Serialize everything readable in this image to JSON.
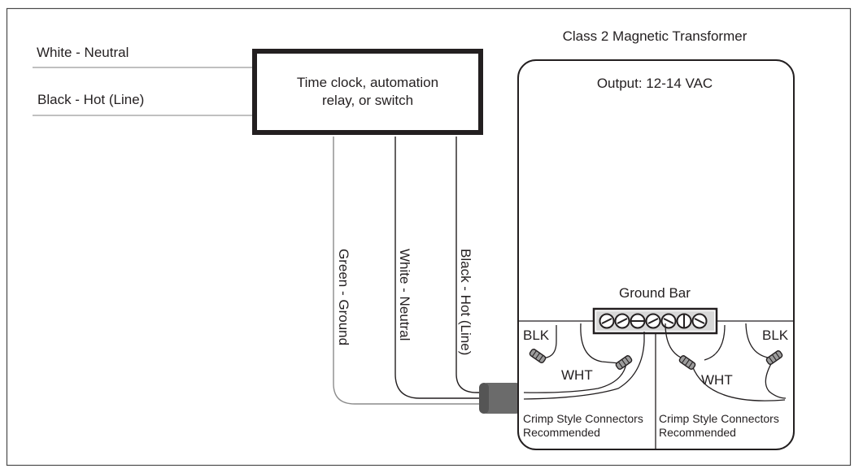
{
  "incoming_wires": {
    "white_neutral": "White - Neutral",
    "black_hot": "Black - Hot (Line)"
  },
  "switch_box": {
    "line1": "Time clock, automation",
    "line2": "relay, or switch"
  },
  "vertical_wires": {
    "green_ground": "Green - Ground",
    "white_neutral": "White - Neutral",
    "black_hot": "Black - Hot (Line)"
  },
  "transformer": {
    "title": "Class 2 Magnetic Transformer",
    "output": "Output: 12-14 VAC",
    "ground_bar": "Ground Bar",
    "left_bay": {
      "blk": "BLK",
      "wht": "WHT",
      "note1": "Crimp Style Connectors",
      "note2": "Recommended"
    },
    "right_bay": {
      "blk": "BLK",
      "wht": "WHT",
      "note1": "Crimp Style Connectors",
      "note2": "Recommended"
    }
  },
  "icons": {
    "screw": "screw-terminal-icon",
    "connector": "wire-connector-icon",
    "grommet": "cable-grommet-icon"
  },
  "colors": {
    "ink": "#231f20",
    "gray_wire": "#8c8c8c",
    "grommet": "#6b6b6b"
  }
}
